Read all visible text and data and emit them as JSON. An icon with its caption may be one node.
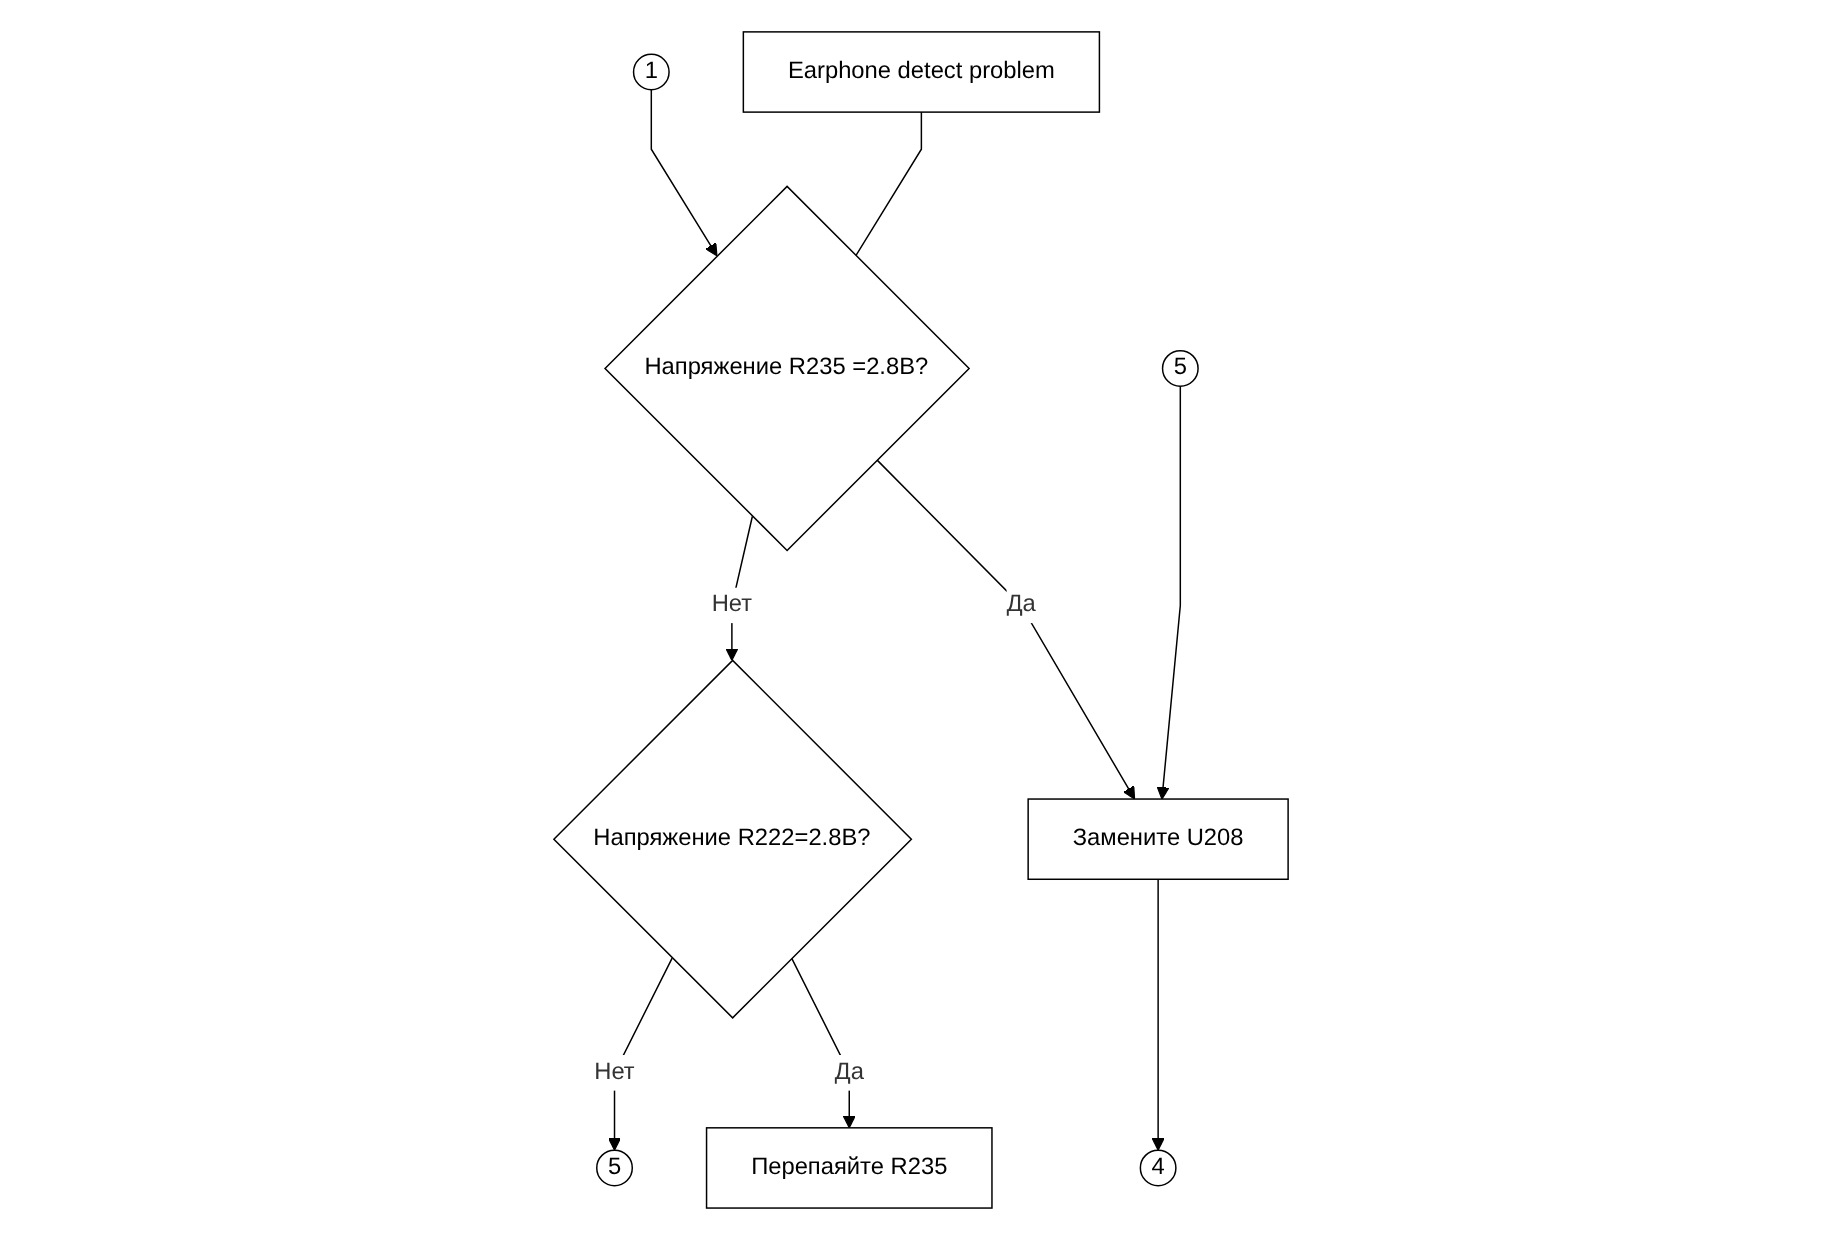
{
  "diagram": {
    "nodes": [
      {
        "text": [
          "1"
        ]
      },
      {
        "text": [
          "Earphone detect problem"
        ]
      },
      {
        "text": [
          "Напряжение R235 =2.8В?"
        ]
      },
      {
        "text": [
          "Напряжение R222=2.8В?"
        ]
      },
      {
        "text": [
          "5"
        ]
      },
      {
        "text": [
          "Перепаяйте R235"
        ]
      },
      {
        "text": [
          "5"
        ]
      },
      {
        "text": [
          "Замените U208"
        ]
      },
      {
        "text": [
          "4"
        ]
      }
    ],
    "edges": [
      {
        "from": 0,
        "to": 2,
        "arrow": "to"
      },
      {
        "from": 1,
        "to": 2,
        "arrow": "none"
      },
      {
        "from": 2,
        "to": 3,
        "arrow": "to",
        "label": "Нет"
      },
      {
        "from": 3,
        "to": 4,
        "arrow": "to",
        "label": "Нет"
      },
      {
        "from": 3,
        "to": 5,
        "arrow": "to",
        "label": "Да"
      },
      {
        "from": 2,
        "to": 7,
        "arrow": "to",
        "label": "Да"
      },
      {
        "from": 6,
        "to": 7,
        "arrow": "to"
      },
      {
        "from": 7,
        "to": 8,
        "arrow": "to"
      }
    ]
  }
}
